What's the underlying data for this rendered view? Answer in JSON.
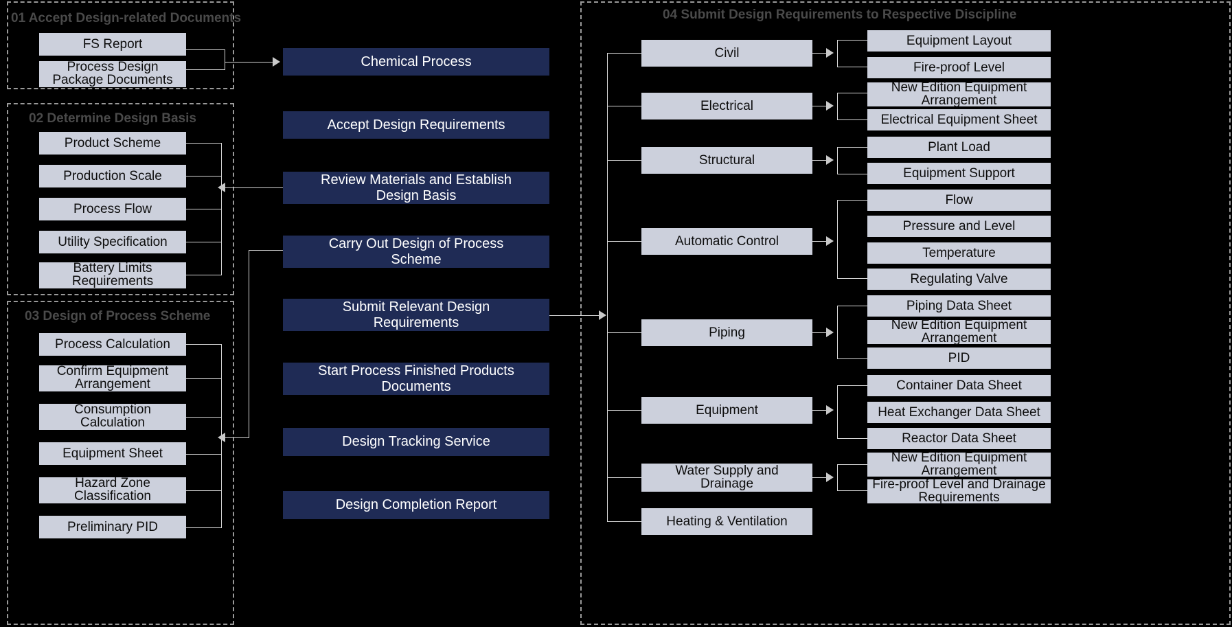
{
  "groups": [
    {
      "id": "g1",
      "title": "01 Accept Design-related Documents"
    },
    {
      "id": "g2",
      "title": "02 Determine Design Basis"
    },
    {
      "id": "g3",
      "title": "03 Design of Process Scheme"
    },
    {
      "id": "g4",
      "title": "04 Submit Design Requirements to Respective Discipline"
    }
  ],
  "group1_items": [
    {
      "label": "FS Report"
    },
    {
      "label": "Process Design\nPackage Documents"
    }
  ],
  "group2_items": [
    {
      "label": "Product  Scheme"
    },
    {
      "label": "Production Scale"
    },
    {
      "label": "Process Flow"
    },
    {
      "label": "Utility Specification"
    },
    {
      "label": "Battery Limits\nRequirements"
    }
  ],
  "group3_items": [
    {
      "label": "Process Calculation"
    },
    {
      "label": "Confirm Equipment\nArrangement"
    },
    {
      "label": "Consumption\nCalculation"
    },
    {
      "label": "Equipment Sheet"
    },
    {
      "label": "Hazard Zone\nClassification"
    },
    {
      "label": "Preliminary PID"
    }
  ],
  "process_steps": [
    {
      "label": "Chemical Process"
    },
    {
      "label": "Accept Design Requirements"
    },
    {
      "label": "Review Materials and Establish\nDesign Basis"
    },
    {
      "label": "Carry Out Design of Process\nScheme"
    },
    {
      "label": "Submit Relevant Design\nRequirements"
    },
    {
      "label": "Start Process Finished Products\nDocuments"
    },
    {
      "label": "Design Tracking Service"
    },
    {
      "label": "Design Completion Report"
    }
  ],
  "disciplines": [
    {
      "label": "Civil"
    },
    {
      "label": "Electrical"
    },
    {
      "label": "Structural"
    },
    {
      "label": "Automatic Control"
    },
    {
      "label": "Piping"
    },
    {
      "label": "Equipment"
    },
    {
      "label": "Water Supply and\nDrainage"
    },
    {
      "label": "Heating & Ventilation"
    }
  ],
  "deliverables": [
    {
      "label": "Equipment Layout"
    },
    {
      "label": "Fire-proof Level"
    },
    {
      "label": "New Edition Equipment\nArrangement"
    },
    {
      "label": "Electrical Equipment Sheet"
    },
    {
      "label": "Plant Load"
    },
    {
      "label": "Equipment Support"
    },
    {
      "label": "Flow"
    },
    {
      "label": "Pressure and Level"
    },
    {
      "label": "Temperature"
    },
    {
      "label": "Regulating Valve"
    },
    {
      "label": "Piping Data Sheet"
    },
    {
      "label": "New Edition Equipment\nArrangement"
    },
    {
      "label": "PID"
    },
    {
      "label": "Container Data Sheet"
    },
    {
      "label": "Heat Exchanger Data Sheet"
    },
    {
      "label": "Reactor Data Sheet"
    },
    {
      "label": "New Edition Equipment\nArrangement"
    },
    {
      "label": "Fire-proof Level and Drainage\nRequirements"
    }
  ],
  "colors": {
    "background": "#000000",
    "light_box": "#ccd0dc",
    "dark_box": "#1f2b55",
    "group_border": "#9a9a9a",
    "group_title": "#4a4a4a",
    "connector": "#d8d8d8"
  }
}
